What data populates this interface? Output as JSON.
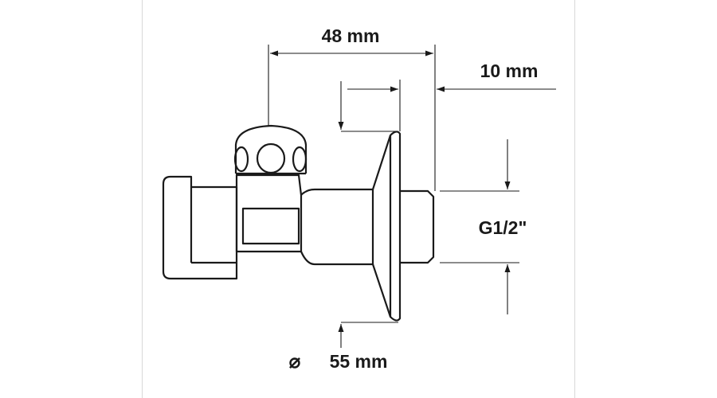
{
  "dimensions": {
    "length": "48 mm",
    "offset": "10 mm",
    "thread": "G1/2\"",
    "diameter_symbol": "⌀",
    "diameter_value": "55 mm"
  },
  "colors": {
    "stroke": "#1a1a1a",
    "background": "#ffffff",
    "frame": "#d8d8d8"
  }
}
